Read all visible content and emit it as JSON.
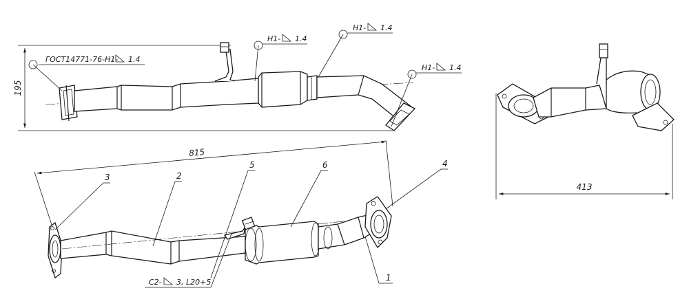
{
  "weld_notes": {
    "gost": "ГОСТ14771-76-Н1-",
    "gost_size": "1.4",
    "n1_a": "Н1-",
    "n1_a_size": "1.4",
    "n1_b": "Н1-",
    "n1_b_size": "1.4",
    "n1_c": "Н1-",
    "n1_c_size": "1.4",
    "c2_note": "С2-",
    "c2_size": "3, L20+5"
  },
  "dimensions": {
    "height": "195",
    "length": "815",
    "width": "413"
  },
  "part_labels": {
    "p1": "1",
    "p2": "2",
    "p3": "3",
    "p4": "4",
    "p5": "5",
    "p6": "6"
  }
}
